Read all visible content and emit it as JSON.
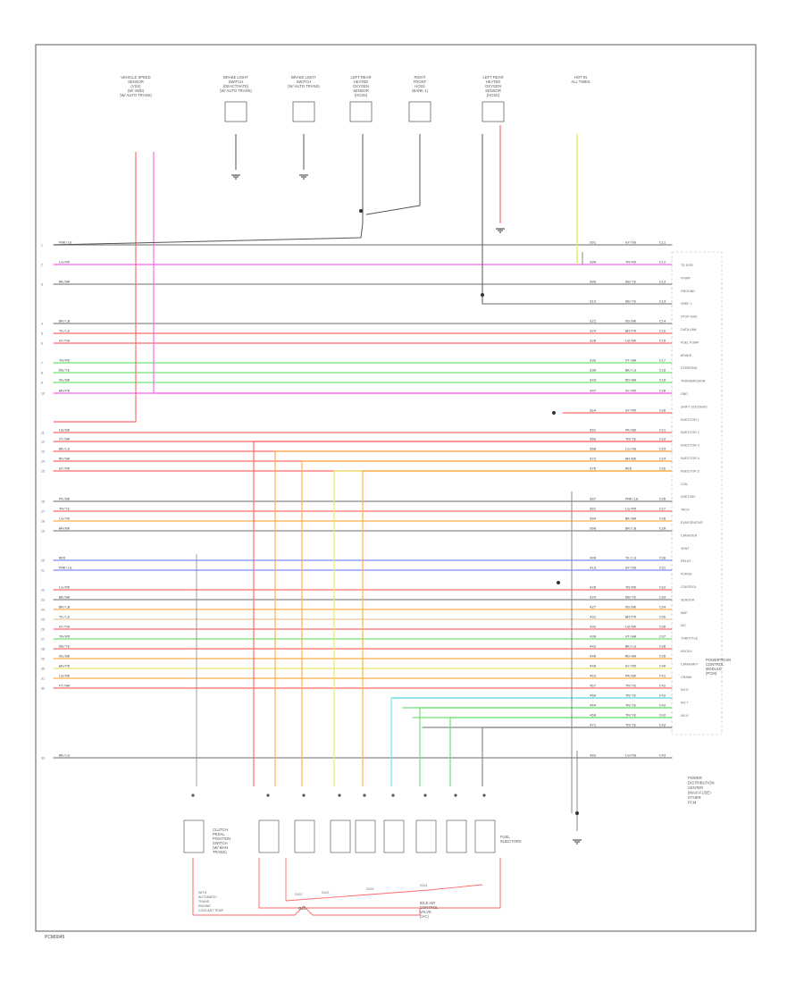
{
  "diagram": {
    "page_id": "PCM0045",
    "ground_label": "G10",
    "top_components": [
      {
        "id": "c1",
        "lines": [
          "VEHICLE SPEED",
          "SENSOR",
          "(VSS)",
          "(W/ 4WD)",
          "(W/ AUTO TRANS)"
        ]
      },
      {
        "id": "c2",
        "lines": [
          "BRAKE LIGHT",
          "SWITCH",
          "(DEACTIVATE)",
          "(W/ AUTO TRANS)"
        ]
      },
      {
        "id": "c3",
        "lines": [
          "BRAKE LIGHT",
          "SWITCH",
          "(W/ AUTO TRANS)"
        ]
      },
      {
        "id": "c4",
        "lines": [
          "LEFT REAR",
          "HEATED",
          "OXYGEN",
          "SENSOR",
          "(HO2S)"
        ]
      },
      {
        "id": "c5",
        "lines": [
          "RIGHT",
          "FRONT",
          "HO2S",
          "(BANK 1)"
        ]
      },
      {
        "id": "c6",
        "lines": [
          "LEFT REAR",
          "HEATED",
          "OXYGEN",
          "SENSOR",
          "(HO2S)"
        ]
      },
      {
        "id": "c7",
        "lines": [
          "HOT IN",
          "ALL TIMES"
        ]
      }
    ],
    "side_labels": [
      "POWER",
      "DISTRIBUTION",
      "CENTER",
      "(MAXI-FUSE)",
      "OTHER",
      "PCM"
    ],
    "right_functions": [
      "TO EGR",
      "VPWR",
      "GROUND",
      "VREF 1",
      "STOP GND",
      "DATA LINK",
      "FUEL PUMP",
      "BRAKE",
      "STEERING",
      "TRANSMISSION",
      "GND",
      "SHIFT SOLENOID",
      "INJECTOR 1",
      "INJECTOR 2",
      "INJECTOR 3",
      "INJECTOR 4",
      "INJECTOR 5",
      "COIL",
      "IGNITION",
      "TACH",
      "EVAPORATIVE",
      "CANISTER",
      "VENT",
      "RELAY",
      "PURGE",
      "CONTROL",
      "SENSOR",
      "MAF",
      "IAC",
      "THROTTLE",
      "KNOCK",
      "CAMSHAFT",
      "CRANK",
      "INJ 6",
      "INJ 7",
      "INJ 8"
    ],
    "pcm_label": [
      "POWERTRAIN",
      "CONTROL",
      "MODULE",
      "(PCM)"
    ],
    "bottom_components": [
      {
        "id": "b1",
        "lines": [
          "CLUTCH",
          "PEDAL",
          "POSITION",
          "SWITCH",
          "(W/ MAN",
          "TRANS)"
        ]
      },
      {
        "id": "b2",
        "lines": [
          "FUEL",
          "INJECTORS"
        ]
      },
      {
        "id": "b3",
        "lines": [
          "IDLE AIR",
          "CONTROL",
          "VALVE",
          "(IAC)"
        ]
      }
    ],
    "bottom_notes": [
      "WITH",
      "AUTOMATIC",
      "TRANS",
      "ENGINE",
      "COOLANT TEMP"
    ],
    "splice_labels": [
      "S101",
      "S102",
      "S103",
      "S104"
    ],
    "color_codes": [
      "RED",
      "PNK/LG",
      "LG/RD",
      "BK/WH",
      "BR/LB",
      "YE/LG",
      "GY/OG",
      "TN/RD",
      "DB/YE",
      "OG/BK",
      "WH/PK",
      "LB/BK",
      "VT/WH",
      "BK/LG",
      "RD/WH",
      "GY/RD",
      "PK/BK",
      "TN/YE",
      "LG/OG",
      "WH/BK"
    ],
    "wire_colors": {
      "red": "#ff6b6b",
      "pink": "#ff66ee",
      "gray": "#888888",
      "orange": "#ffb04a",
      "green": "#6fe36f",
      "blue": "#7a8cff",
      "yellow": "#e8e86a",
      "cyan": "#66e8ee",
      "tan": "#e8c89a",
      "black": "#555555"
    }
  }
}
